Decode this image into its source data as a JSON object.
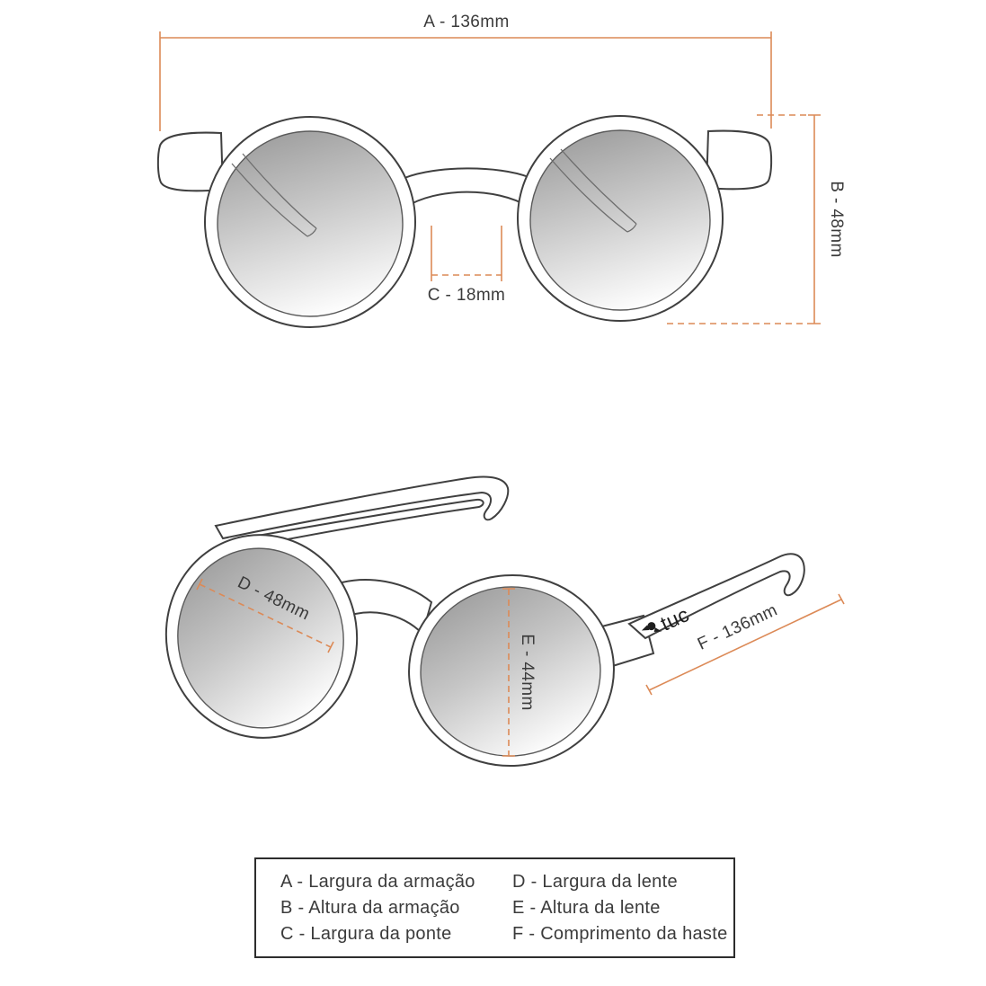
{
  "colors": {
    "accent": "#DC8A57",
    "outline": "#404040",
    "text": "#3B3B3B",
    "background": "#FFFFFF"
  },
  "front_view": {
    "dim_a_label": "A - 136mm",
    "dim_b_label": "B - 48mm",
    "dim_c_label": "C - 18mm"
  },
  "perspective_view": {
    "dim_d_label": "D - 48mm",
    "dim_e_label": "E - 44mm",
    "dim_f_label": "F - 136mm",
    "brand_logo": "tuc"
  },
  "legend": {
    "left_column": [
      "A - Largura da armação",
      "B - Altura da armação",
      "C - Largura da ponte"
    ],
    "right_column": [
      "D - Largura da lente",
      "E - Altura da lente",
      "F - Comprimento da haste"
    ]
  }
}
